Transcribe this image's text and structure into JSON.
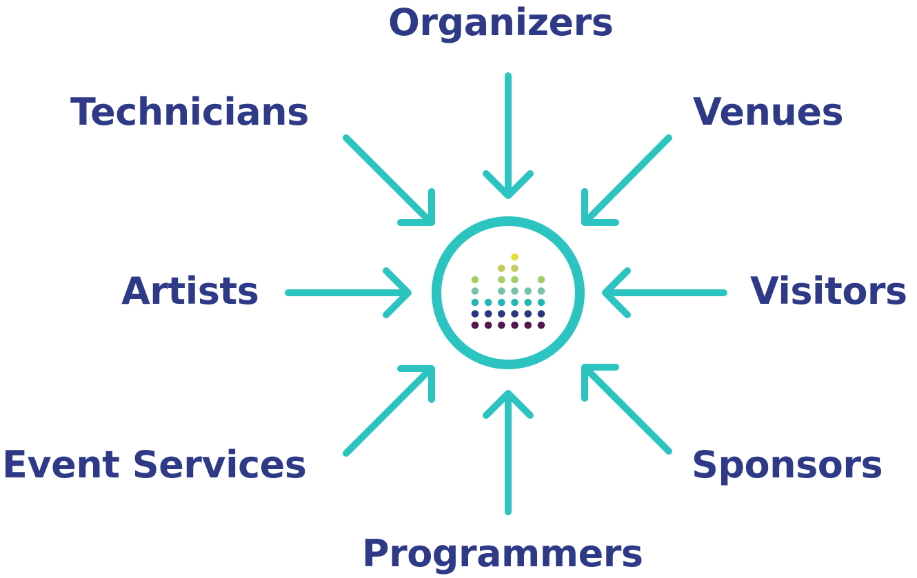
{
  "colors": {
    "label": "#2e3a87",
    "arrow": "#2bc4c0",
    "dot_rows": [
      "#e6dc3a",
      "#c2cc5c",
      "#a6cc66",
      "#76c2a4",
      "#26b5b5",
      "#2b3580",
      "#52174f"
    ]
  },
  "hub": {
    "icon": "equalizer-dot-matrix-icon",
    "levels": [
      3,
      1,
      4,
      5,
      2,
      3
    ]
  },
  "labels": {
    "organizers": "Organizers",
    "technicians": "Technicians",
    "venues": "Venues",
    "artists": "Artists",
    "visitors": "Visitors",
    "event_services": "Event Services",
    "sponsors": "Sponsors",
    "programmers": "Programmers"
  }
}
